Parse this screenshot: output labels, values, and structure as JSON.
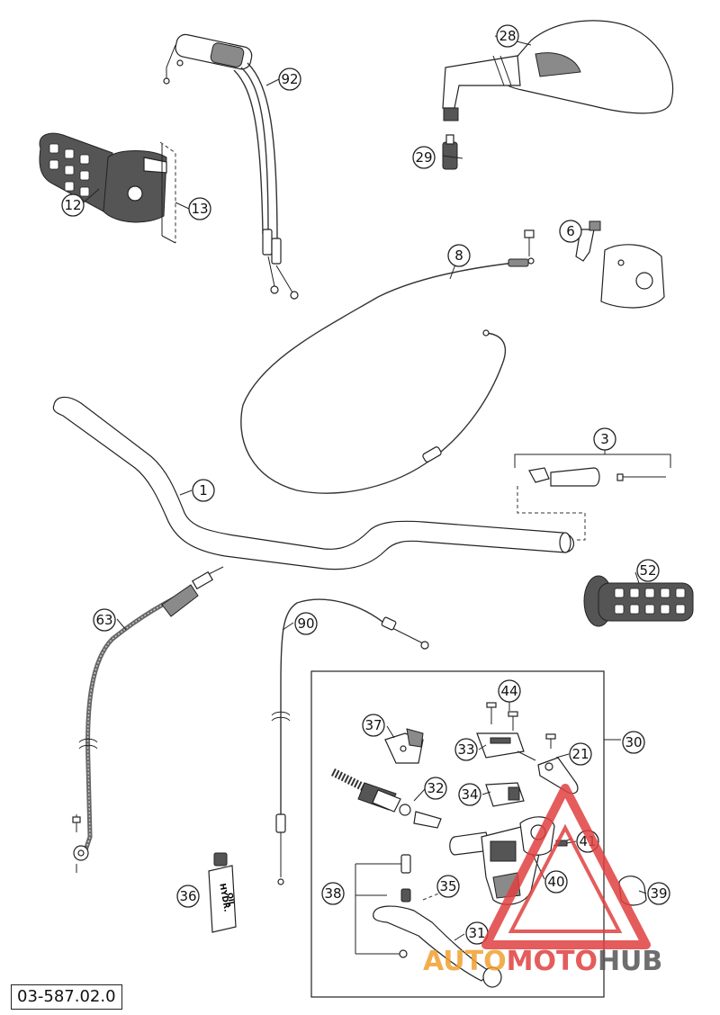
{
  "diagram": {
    "part_numbers": [
      "92",
      "28",
      "12",
      "13",
      "29",
      "6",
      "8",
      "3",
      "1",
      "52",
      "63",
      "90",
      "44",
      "37",
      "33",
      "21",
      "30",
      "32",
      "34",
      "41",
      "40",
      "36",
      "38",
      "35",
      "39",
      "31"
    ],
    "document_code": "03-587.02.0",
    "hydraulic_oil_label": [
      "HYDR.",
      "OIL"
    ],
    "watermark": {
      "text_part1": "AUTO",
      "text_part2": "MOTO",
      "text_part3": "HUB",
      "colors": {
        "orange": "#f0a030",
        "red": "#e04040",
        "gray": "#555555"
      }
    }
  }
}
